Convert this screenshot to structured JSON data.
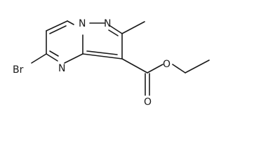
{
  "molecule": {
    "atoms": {
      "n_bridge": "N",
      "n_pyrazole": "N",
      "n_pyrimidine": "N",
      "bromine": "Br",
      "carbonyl_o": "O",
      "ester_o": "O"
    }
  }
}
